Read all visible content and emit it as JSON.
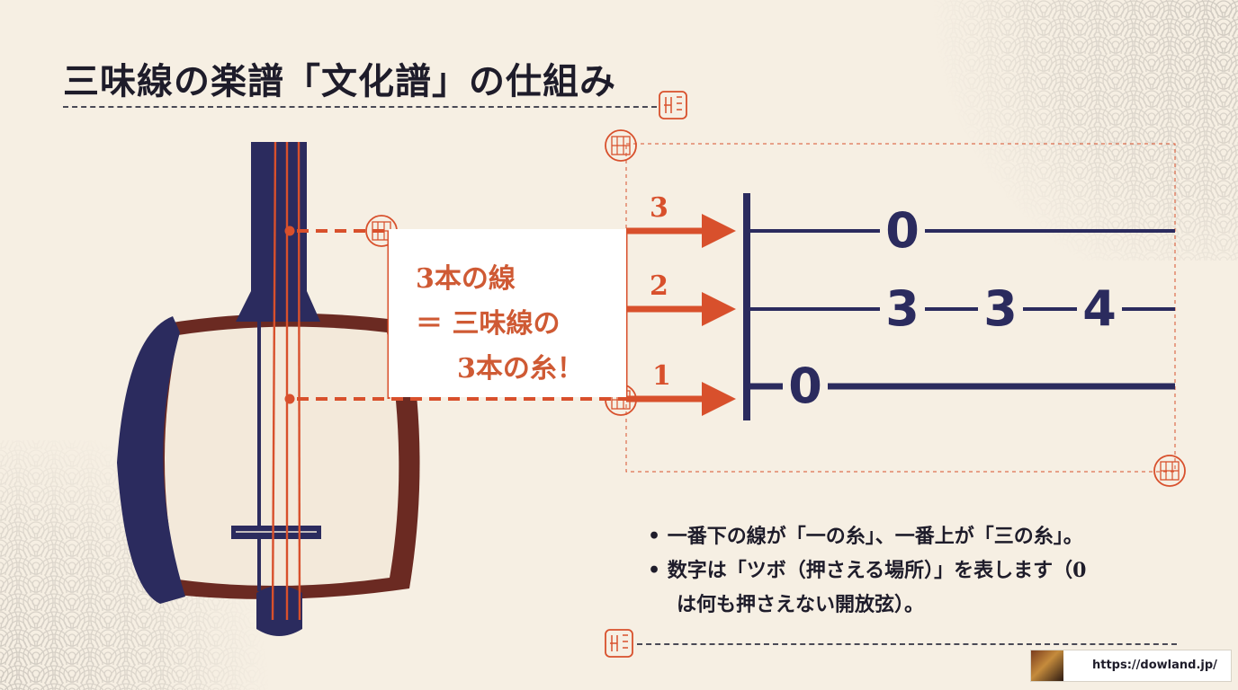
{
  "title": "三味線の楽譜「文化譜」の仕組み",
  "callout": {
    "line1": "3本の線",
    "line2": "＝ 三味線の",
    "line3": "3本の糸！"
  },
  "strings": [
    {
      "label": "3",
      "frets": [
        "0"
      ]
    },
    {
      "label": "2",
      "frets": [
        "3",
        "3",
        "4"
      ]
    },
    {
      "label": "1",
      "frets": [
        "0"
      ]
    }
  ],
  "notes": {
    "note1": "一番下の線が「一の糸」、一番上が「三の糸」。",
    "note2_line1": "数字は「ツボ（押さえる場所）」を表します（0",
    "note2_line2": "は何も押さえない開放弦）。"
  },
  "footer": {
    "url": "https://dowland.jp/"
  },
  "colors": {
    "background": "#f6efe3",
    "navy": "#2b2b5e",
    "accent": "#d8502c",
    "body_brown": "#6b2a22",
    "text_dark": "#1e1c2a"
  },
  "icons": [
    "seigaiha-wave-pattern",
    "seal-stamp-icon",
    "shamisen-illustration",
    "arrow-right-icon"
  ]
}
